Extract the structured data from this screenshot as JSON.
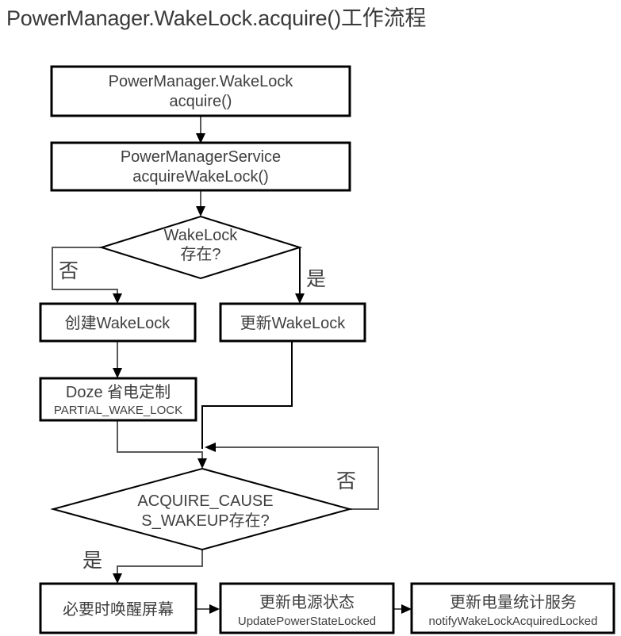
{
  "title": "PowerManager.WakeLock.acquire()工作流程",
  "colors": {
    "background": "#ffffff",
    "node_border": "#000000",
    "node_fill": "#ffffff",
    "connector": "#595959",
    "text": "#3f3f3f",
    "title_text": "#3a3a3a"
  },
  "chart_data": {
    "type": "diagram",
    "subtype": "flowchart",
    "title": "PowerManager.WakeLock.acquire()工作流程",
    "orientation": "top-to-bottom",
    "nodes": [
      {
        "id": "n1",
        "shape": "process",
        "line1": "PowerManager.WakeLock",
        "line2": "acquire()"
      },
      {
        "id": "n2",
        "shape": "process",
        "line1": "PowerManagerService",
        "line2": "acquireWakeLock()"
      },
      {
        "id": "d1",
        "shape": "decision",
        "line1": "WakeLock",
        "line2": "存在?"
      },
      {
        "id": "n3",
        "shape": "process",
        "line1": "创建WakeLock",
        "line2": ""
      },
      {
        "id": "n4",
        "shape": "process",
        "line1": "更新WakeLock",
        "line2": ""
      },
      {
        "id": "n5",
        "shape": "process",
        "line1": "Doze 省电定制",
        "line2": "PARTIAL_WAKE_LOCK"
      },
      {
        "id": "d2",
        "shape": "decision",
        "line1": "ACQUIRE_CAUSE",
        "line2": "S_WAKEUP存在?"
      },
      {
        "id": "n6",
        "shape": "process",
        "line1": "必要时唤醒屏幕",
        "line2": ""
      },
      {
        "id": "n7",
        "shape": "process",
        "line1": "更新电源状态",
        "line2": "UpdatePowerStateLocked"
      },
      {
        "id": "n8",
        "shape": "process",
        "line1": "更新电量统计服务",
        "line2": "notifyWakeLockAcquiredLocked"
      }
    ],
    "edges": [
      {
        "from": "n1",
        "to": "n2",
        "label": ""
      },
      {
        "from": "n2",
        "to": "d1",
        "label": ""
      },
      {
        "from": "d1",
        "to": "n3",
        "label": "否"
      },
      {
        "from": "d1",
        "to": "n4",
        "label": "是"
      },
      {
        "from": "n3",
        "to": "n5",
        "label": ""
      },
      {
        "from": "n5",
        "to": "d2",
        "label": ""
      },
      {
        "from": "n4",
        "to": "d2",
        "label": ""
      },
      {
        "from": "d2",
        "to": "n6",
        "label": "是"
      },
      {
        "from": "d2",
        "to": "d2",
        "label": "否"
      },
      {
        "from": "n6",
        "to": "n7",
        "label": ""
      },
      {
        "from": "n7",
        "to": "n8",
        "label": ""
      }
    ],
    "edge_labels": [
      "否",
      "是",
      "是",
      "否"
    ]
  },
  "nodes": {
    "n1": {
      "line1": "PowerManager.WakeLock",
      "line2": "acquire()"
    },
    "n2": {
      "line1": "PowerManagerService",
      "line2": "acquireWakeLock()"
    },
    "d1": {
      "line1": "WakeLock",
      "line2": "存在?"
    },
    "n3": {
      "line1": "创建WakeLock"
    },
    "n4": {
      "line1": "更新WakeLock"
    },
    "n5": {
      "line1": "Doze 省电定制",
      "line2": "PARTIAL_WAKE_LOCK"
    },
    "d2": {
      "line1": "ACQUIRE_CAUSE",
      "line2": "S_WAKEUP存在?"
    },
    "n6": {
      "line1": "必要时唤醒屏幕"
    },
    "n7": {
      "line1": "更新电源状态",
      "line2": "UpdatePowerStateLocked"
    },
    "n8": {
      "line1": "更新电量统计服务",
      "line2": "notifyWakeLockAcquiredLocked"
    }
  },
  "labels": {
    "d1_no": "否",
    "d1_yes": "是",
    "d2_no": "否",
    "d2_yes": "是"
  }
}
